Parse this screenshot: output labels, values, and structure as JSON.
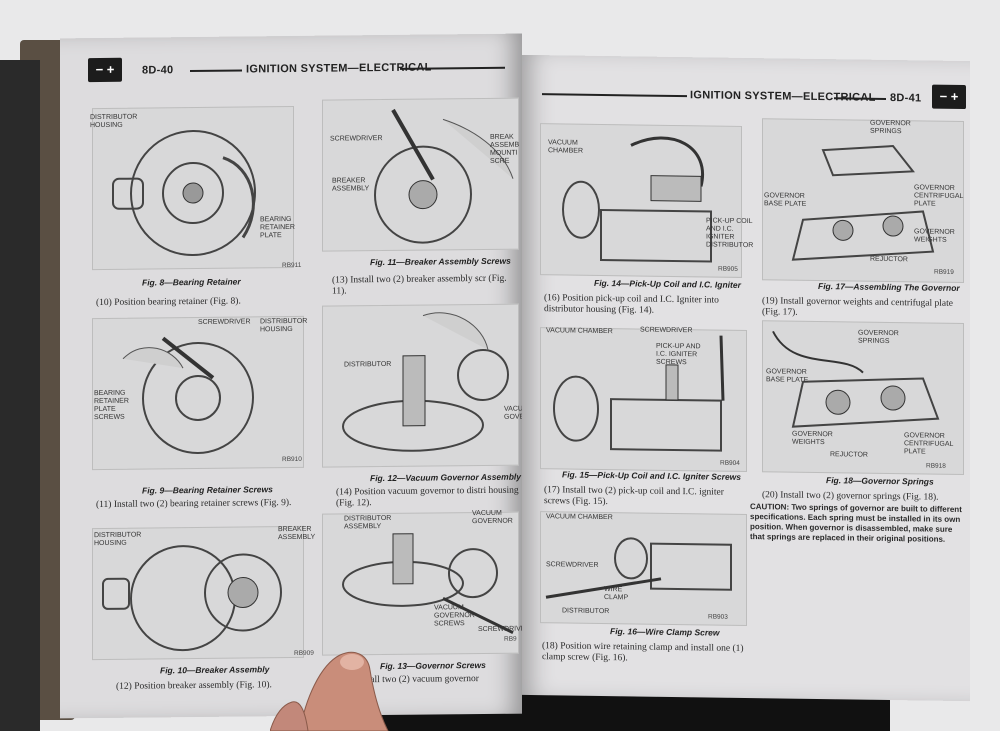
{
  "left_page": {
    "page_number": "8D-40",
    "section_title": "IGNITION SYSTEM—ELECTRICAL",
    "battery_symbol": "− +",
    "figures": [
      {
        "caption": "Fig. 8—Bearing Retainer",
        "code": "RB911",
        "labels": [
          "DISTRIBUTOR HOUSING",
          "BEARING RETAINER PLATE"
        ]
      },
      {
        "caption": "Fig. 9—Bearing Retainer Screws",
        "code": "RB910",
        "labels": [
          "SCREWDRIVER",
          "DISTRIBUTOR HOUSING",
          "BEARING RETAINER PLATE SCREWS"
        ]
      },
      {
        "caption": "Fig. 10—Breaker Assembly",
        "code": "RB909",
        "labels": [
          "DISTRIBUTOR HOUSING",
          "BREAKER ASSEMBLY"
        ]
      },
      {
        "caption": "Fig. 11—Breaker Assembly Screws",
        "labels": [
          "SCREWDRIVER",
          "BREAKER ASSEMBLY",
          "BREAK ASSEMB MOUNTI SCRE"
        ]
      },
      {
        "caption": "Fig. 12—Vacuum Governor Assembly",
        "labels": [
          "DISTRIBUTOR",
          "VACUUM GOVERNOR"
        ]
      },
      {
        "caption": "Fig. 13—Governor Screws",
        "code": "RB9",
        "labels": [
          "DISTRIBUTOR ASSEMBLY",
          "VACUUM GOVERNOR",
          "VACUUM GOVERNOR SCREWS",
          "SCREWDRIVER"
        ]
      }
    ],
    "steps": [
      "(10) Position bearing retainer (Fig. 8).",
      "(11) Install two (2) bearing retainer screws (Fig. 9).",
      "(12) Position breaker assembly (Fig. 10).",
      "(13) Install two (2) breaker assembly scr (Fig. 11).",
      "(14) Position vacuum governor to distri housing (Fig. 12).",
      "Install two (2) vacuum governor"
    ]
  },
  "right_page": {
    "page_number": "8D-41",
    "section_title": "IGNITION SYSTEM—ELECTRICAL",
    "battery_symbol": "− +",
    "figures": [
      {
        "caption": "Fig. 14—Pick-Up Coil and I.C. Igniter",
        "code": "RB905",
        "labels": [
          "VACUUM CHAMBER",
          "PICK-UP COIL AND I.C. IGNITER",
          "DISTRIBUTOR"
        ]
      },
      {
        "caption": "Fig. 15—Pick-Up Coil and I.C. Igniter Screws",
        "code": "RB904",
        "labels": [
          "VACUUM CHAMBER",
          "SCREWDRIVER",
          "PICK-UP AND I.C. IGNITER SCREWS"
        ]
      },
      {
        "caption": "Fig. 16—Wire Clamp Screw",
        "code": "RB903",
        "labels": [
          "VACUUM CHAMBER",
          "SCREWDRIVER",
          "WIRE CLAMP",
          "DISTRIBUTOR"
        ]
      },
      {
        "caption": "Fig. 17—Assembling The Governor",
        "code": "RB919",
        "labels": [
          "GOVERNOR SPRINGS",
          "GOVERNOR BASE PLATE",
          "GOVERNOR CENTRIFUGAL PLATE",
          "GOVERNOR WEIGHTS",
          "REJUCTOR"
        ]
      },
      {
        "caption": "Fig. 18—Governor Springs",
        "code": "RB918",
        "labels": [
          "GOVERNOR SPRINGS",
          "GOVERNOR BASE PLATE",
          "GOVERNOR WEIGHTS",
          "REJUCTOR",
          "GOVERNOR CENTRIFUGAL PLATE"
        ]
      }
    ],
    "steps": [
      "(16) Position pick-up coil and I.C. Igniter into distributor housing (Fig. 14).",
      "(17) Install two (2) pick-up coil and I.C. igniter screws (Fig. 15).",
      "(18) Position wire retaining clamp and install one (1) clamp screw (Fig. 16).",
      "(19) Install governor weights and centrifugal plate (Fig. 17).",
      "(20) Install two (2) governor springs (Fig. 18)."
    ],
    "caution": "CAUTION: Two springs of governor are built to different specifications. Each spring must be installed in its own position. When governor is disassembled, make sure that springs are replaced in their original positions."
  }
}
